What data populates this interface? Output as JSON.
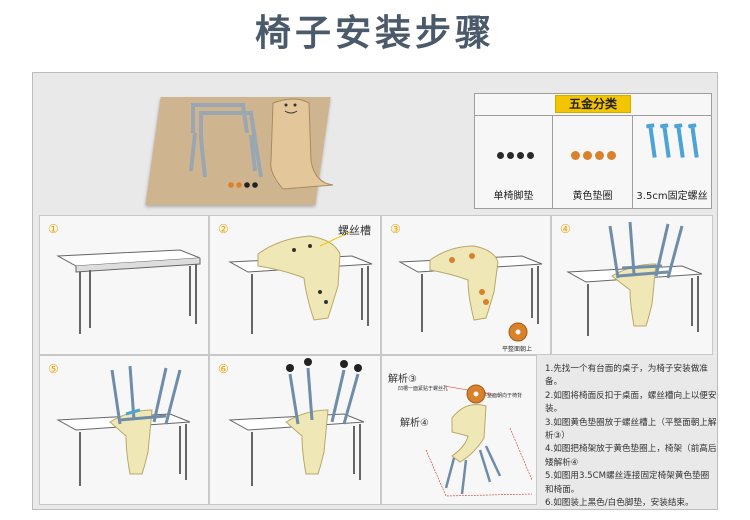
{
  "page": {
    "title": "椅子安装步骤"
  },
  "hardware": {
    "title": "五金分类",
    "items": [
      {
        "label": "单椅脚垫",
        "color": "#2a2a2a"
      },
      {
        "label": "黄色垫圈",
        "color": "#d9822b"
      },
      {
        "label": "3.5cm固定螺丝",
        "color": "#4ba3d6"
      }
    ]
  },
  "steps": [
    {
      "num": "①"
    },
    {
      "num": "②",
      "tag": "螺丝槽"
    },
    {
      "num": "③",
      "small_label": "平整面朝上"
    },
    {
      "num": "④"
    },
    {
      "num": "⑤"
    },
    {
      "num": "⑥"
    }
  ],
  "analysis": {
    "a3": "解析③",
    "a3_note1": "凹槽一面紧贴于螺丝孔",
    "a3_note2": "平整面朝向于椅背",
    "a4": "解析④"
  },
  "instructions": [
    "1.先找一个有台面的桌子，为椅子安装做准 备。",
    "2.如图将椅面反扣于桌面，螺丝槽向上以便安装。",
    "3.如图黄色垫圈放于螺丝槽上（平整面朝上解析③）",
    "4.如图把椅架放于黄色垫圈上，椅架（前高后矮解析④",
    "5.如图用3.5CM螺丝连接固定椅架黄色垫圈和椅面。",
    "6.如图装上黑色/白色脚垫，安装结束。"
  ],
  "colors": {
    "board": "#e9e9e9",
    "accent": "#f3c400",
    "seat": "#efe7b5",
    "frame": "#6f8da8"
  }
}
